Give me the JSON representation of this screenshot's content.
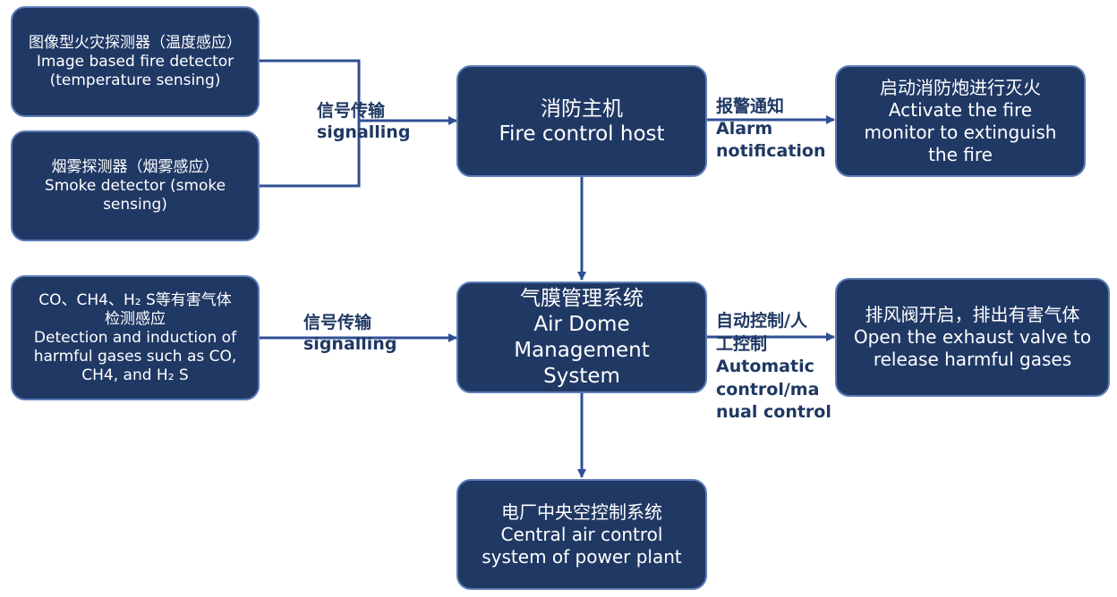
{
  "nodes": {
    "image_detector": {
      "zh": "图像型火灾探测器（温度感应）",
      "en1": "Image based fire detector",
      "en2": "(temperature sensing)"
    },
    "smoke_detector": {
      "zh": "烟雾探测器（烟雾感应）",
      "en1": "Smoke detector (smoke",
      "en2": "sensing)"
    },
    "gas_detection": {
      "zh1": "CO、CH4、H₂ S等有害气体",
      "zh2": "检测感应",
      "en1": "Detection and induction of",
      "en2": "harmful gases such as CO,",
      "en3": "CH4, and H₂ S"
    },
    "fire_host": {
      "zh": "消防主机",
      "en": "Fire control host"
    },
    "air_dome": {
      "zh": "气膜管理系统",
      "en1": "Air Dome",
      "en2": "Management",
      "en3": "System"
    },
    "central_control": {
      "zh": "电厂中央空控制系统",
      "en1": "Central air control",
      "en2": "system of power plant"
    },
    "fire_monitor": {
      "zh": "启动消防炮进行灭火",
      "en1": "Activate the fire",
      "en2": "monitor to extinguish",
      "en3": "the fire"
    },
    "exhaust_valve": {
      "zh": "排风阀开启，排出有害气体",
      "en1": "Open the exhaust valve to",
      "en2": "release harmful gases"
    }
  },
  "edges": {
    "signalling_top": {
      "zh": "信号传输",
      "en": "signalling"
    },
    "signalling_bottom": {
      "zh": "信号传输",
      "en": "signalling"
    },
    "alarm": {
      "zh": "报警通知",
      "en1": "Alarm",
      "en2": "notification"
    },
    "control": {
      "zh1": "自动控制/人",
      "zh2": "工控制",
      "en1": "Automatic",
      "en2": "control/ma",
      "en3": "nual control"
    }
  },
  "colors": {
    "node_fill": "#203864",
    "node_border": "#5b7bb6",
    "connector": "#2f4f94",
    "label_text": "#1f3863"
  }
}
